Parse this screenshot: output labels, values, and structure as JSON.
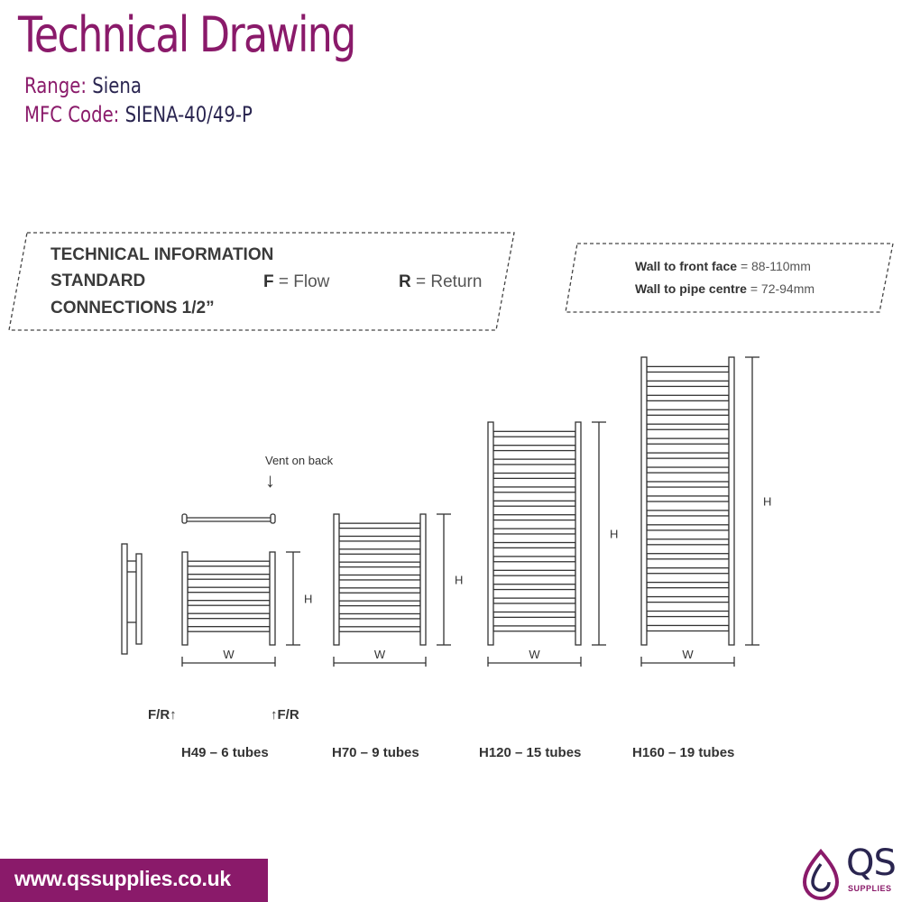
{
  "colors": {
    "accent": "#8a1a6a",
    "navy": "#2a2550"
  },
  "header": {
    "title": "Technical Drawing",
    "range_label": "Range:",
    "range_value": "Siena",
    "mfc_label": "MFC Code:",
    "mfc_value": "SIENA-40/49-P"
  },
  "technical_info": {
    "line1": "TECHNICAL INFORMATION",
    "line2": "STANDARD",
    "line3": "CONNECTIONS 1/2”",
    "flow_key": "F",
    "flow_label": "= Flow",
    "return_key": "R",
    "return_label": "= Return"
  },
  "wall_info": {
    "front_label": "Wall to front face",
    "front_value": "= 88-110mm",
    "pipe_label": "Wall to pipe centre",
    "pipe_value": "= 72-94mm"
  },
  "drawing": {
    "vent_label": "Vent on back",
    "vent_arrow": "↓",
    "connection_left": "F/R↑",
    "connection_right": "↑F/R",
    "height_symbol": "H",
    "width_symbol": "W"
  },
  "models": [
    {
      "caption": "H49 – 6 tubes",
      "tubes": 6
    },
    {
      "caption": "H70 – 9 tubes",
      "tubes": 9
    },
    {
      "caption": "H120 – 15 tubes",
      "tubes": 15
    },
    {
      "caption": "H160 – 19 tubes",
      "tubes": 19
    }
  ],
  "footer": {
    "url": "www.qssupplies.co.uk",
    "logo_text": "QS",
    "logo_sub": "SUPPLIES"
  }
}
